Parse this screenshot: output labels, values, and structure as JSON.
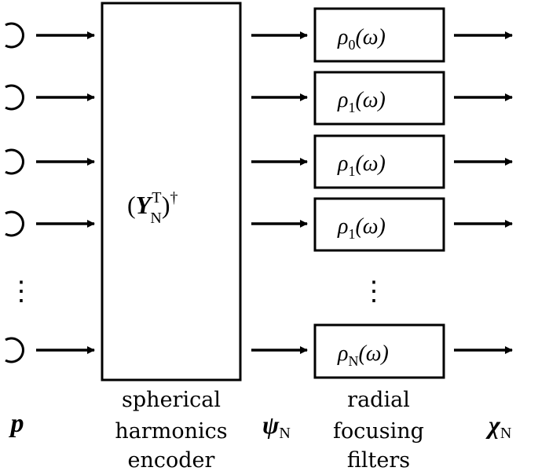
{
  "encoder": {
    "formula": {
      "open_paren": "(",
      "symbol": "Y",
      "superscript": "T",
      "subscript": "N",
      "close_paren": ")",
      "dagger": "†"
    },
    "caption": [
      "spherical",
      "harmonics",
      "encoder"
    ]
  },
  "filters": {
    "items": [
      {
        "symbol": "ρ",
        "subscript": "0",
        "argument": "(ω)"
      },
      {
        "symbol": "ρ",
        "subscript": "1",
        "argument": "(ω)"
      },
      {
        "symbol": "ρ",
        "subscript": "1",
        "argument": "(ω)"
      },
      {
        "symbol": "ρ",
        "subscript": "1",
        "argument": "(ω)"
      },
      {
        "symbol": "ρ",
        "subscript": "N",
        "argument": "(ω)"
      }
    ],
    "caption": [
      "radial",
      "focusing",
      "filters"
    ]
  },
  "labels": {
    "input": "p",
    "encoded": {
      "symbol": "ψ",
      "subscript": "N"
    },
    "output": {
      "symbol": "χ",
      "subscript": "N"
    }
  },
  "ellipsis": "⋮"
}
